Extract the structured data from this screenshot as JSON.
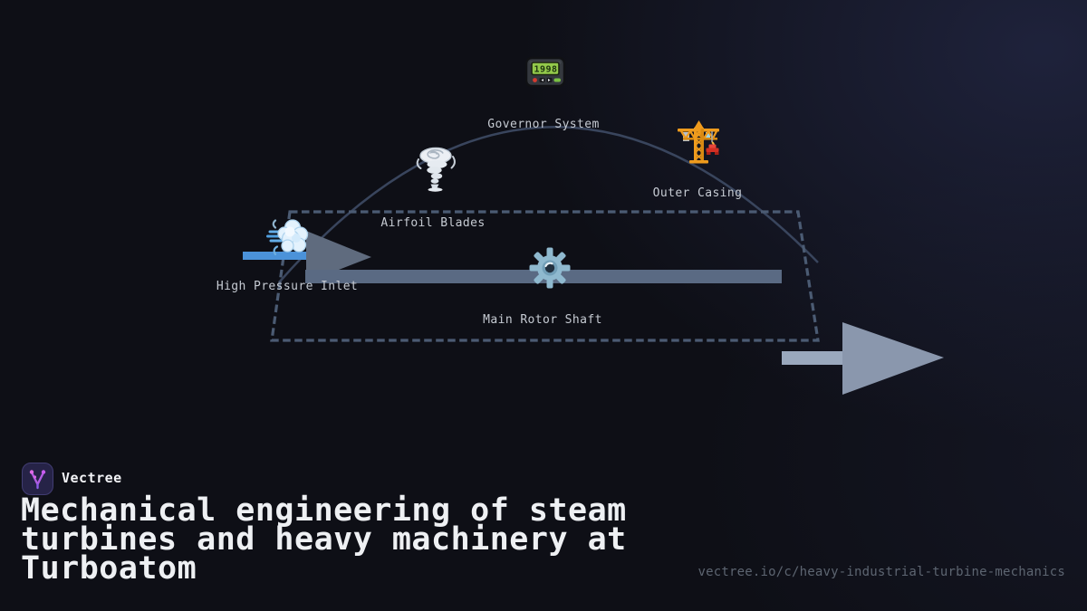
{
  "brand": {
    "name": "Vectree"
  },
  "footer": {
    "title": "Mechanical engineering of steam turbines and heavy machinery at Turboatom",
    "url": "vectree.io/c/heavy-industrial-turbine-mechanics"
  },
  "diagram": {
    "nodes": [
      {
        "id": "governor-system",
        "label": "Governor System",
        "icon": "pager-icon"
      },
      {
        "id": "outer-casing",
        "label": "Outer Casing",
        "icon": "crane-icon"
      },
      {
        "id": "airfoil-blades",
        "label": "Airfoil Blades",
        "icon": "tornado-icon"
      },
      {
        "id": "high-pressure-inlet",
        "label": "High Pressure Inlet",
        "icon": "wind-face-icon"
      },
      {
        "id": "main-rotor-shaft",
        "label": "Main Rotor Shaft",
        "icon": "gear-icon"
      }
    ],
    "pager_display": "1998",
    "colors": {
      "background": "#0e0f16",
      "corner_glow": "#1d2136",
      "dashed_outline": "#4b5b73",
      "casing_arc": "#39455d",
      "rotor_shaft": "#5a6a83",
      "inlet_flow": "#4b92d9",
      "flow_arrow_gray": "#8a97ad",
      "label_text": "#c6cbd3"
    }
  }
}
